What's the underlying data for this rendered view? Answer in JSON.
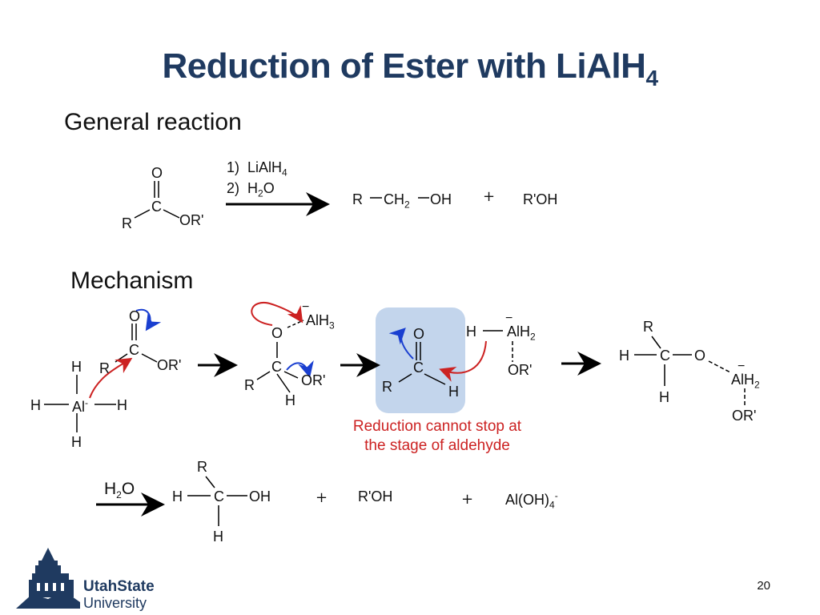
{
  "slide": {
    "title_main": "Reduction of Ester with LiAlH",
    "title_sub": "4",
    "page_number": "20"
  },
  "sections": {
    "general": "General reaction",
    "mechanism": "Mechanism"
  },
  "general_reaction": {
    "reactant": {
      "o": "O",
      "c": "C",
      "r": "R",
      "or": "OR'"
    },
    "conditions": {
      "step1_num": "1)",
      "step1_reagent": "LiAlH",
      "step1_sub": "4",
      "step2_num": "2)",
      "step2_reagent_h": "H",
      "step2_sub": "2",
      "step2_reagent_o": "O"
    },
    "product1": {
      "r": "R",
      "ch": "CH",
      "ch_sub": "2",
      "oh": "OH"
    },
    "plus": "+",
    "product2": "R'OH"
  },
  "mechanism": {
    "step1": {
      "o": "O",
      "c": "C",
      "r": "R",
      "or": "OR'",
      "h_top": "H",
      "h_left": "H",
      "al": "Al",
      "al_charge": "-",
      "h_right": "H",
      "h_bottom": "H"
    },
    "step2": {
      "charge": "−",
      "alh": "AlH",
      "alh_sub": "3",
      "o": "O",
      "c": "C",
      "r": "R",
      "or": "OR'",
      "h": "H"
    },
    "step3": {
      "o": "O",
      "c": "C",
      "r": "R",
      "h": "H",
      "h_al": "H",
      "alh": "AlH",
      "alh_sub": "2",
      "charge": "−",
      "or": "OR'"
    },
    "step4": {
      "r": "R",
      "h": "H",
      "c": "C",
      "o": "O",
      "charge": "−",
      "alh": "AlH",
      "alh_sub": "2",
      "h_bottom": "H",
      "or": "OR'"
    },
    "note_line1": "Reduction cannot stop at",
    "note_line2": "the stage of aldehyde"
  },
  "workup": {
    "reagent_h": "H",
    "reagent_sub": "2",
    "reagent_o": "O",
    "product": {
      "r": "R",
      "h_left": "H",
      "c": "C",
      "oh": "OH",
      "h_bottom": "H"
    },
    "plus1": "+",
    "rprime_oh": "R'OH",
    "plus2": "+",
    "aloh": "Al(OH)",
    "aloh_sub": "4",
    "aloh_sup": "-"
  },
  "logo": {
    "line1": "UtahState",
    "line2": "University"
  },
  "colors": {
    "title": "#1f3a60",
    "red_arrow": "#cc2222",
    "blue_arrow": "#1a3fd0",
    "highlight": "#c3d5ec"
  }
}
